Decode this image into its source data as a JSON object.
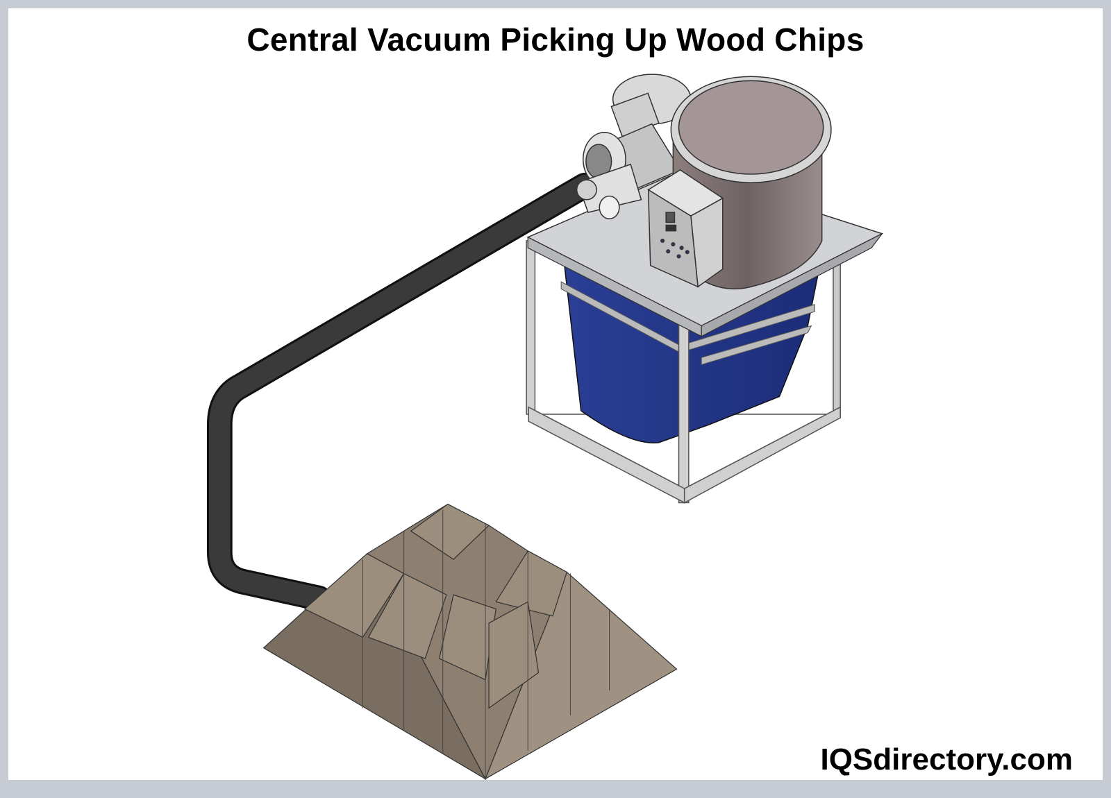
{
  "title": "Central Vacuum Picking Up Wood Chips",
  "brand": "IQSdirectory.com",
  "components": [
    "wood-chip-pile",
    "vacuum-hose",
    "vacuum-motor",
    "collection-tank",
    "control-box",
    "collection-bin",
    "support-frame"
  ],
  "colors": {
    "frame": "#c7cbd4",
    "bin": "#22388a",
    "hose": "#333333",
    "tank": "#7a6c6c",
    "wood": "#9c8e7d"
  }
}
